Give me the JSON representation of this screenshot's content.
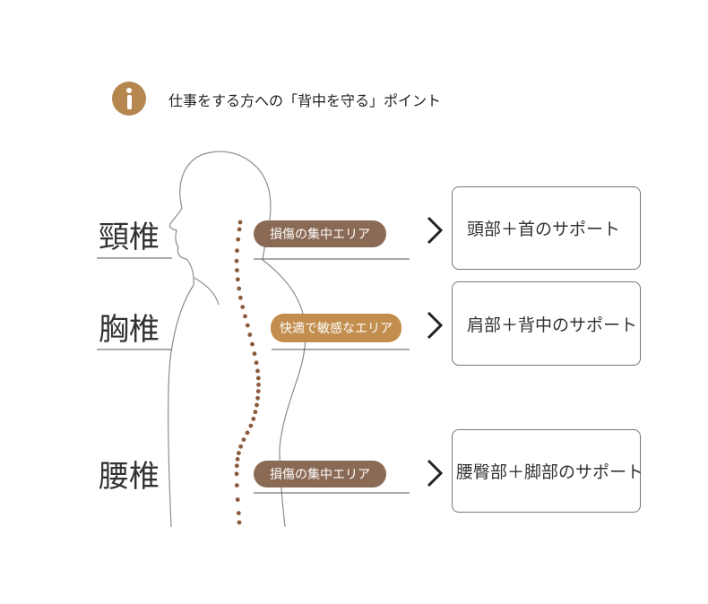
{
  "header": {
    "title": "仕事をする方への「背中を守る」ポイント",
    "icon": "info-icon",
    "icon_color": "#b5874f"
  },
  "regions": [
    {
      "label": "頸椎",
      "tag": "損傷の集中エリア",
      "tag_color": "#8a6a55",
      "support": "頭部＋首のサポート"
    },
    {
      "label": "胸椎",
      "tag": "快適で敏感なエリア",
      "tag_color": "#c28e4d",
      "support": "肩部＋背中のサポート"
    },
    {
      "label": "腰椎",
      "tag": "損傷の集中エリア",
      "tag_color": "#8a6a55",
      "support": "腰臀部＋脚部のサポート"
    }
  ],
  "spine_dot_color": "#8a5a3a",
  "arrow_icon": "chevron-right-icon"
}
